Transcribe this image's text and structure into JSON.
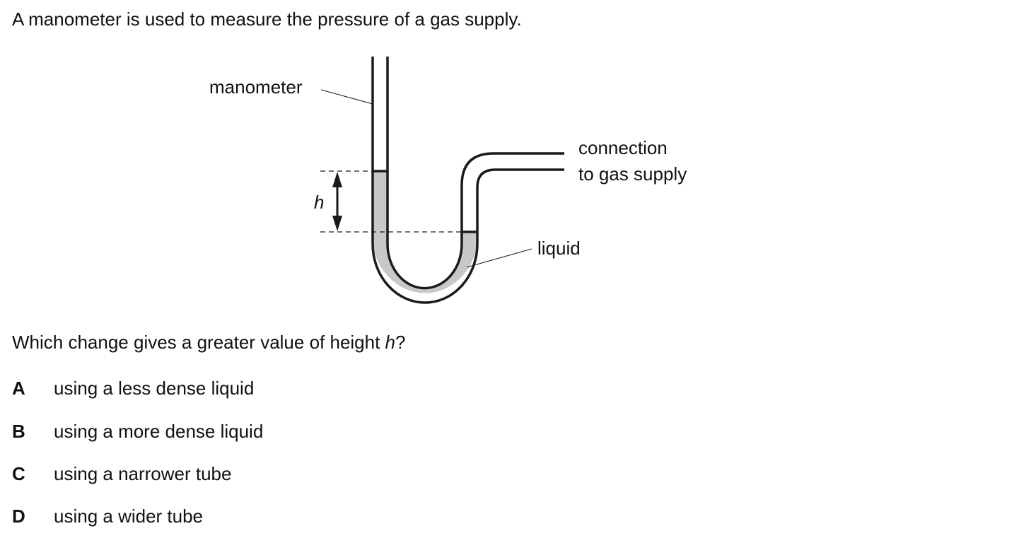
{
  "question": {
    "intro": "A manometer is used to measure the pressure of a gas supply.",
    "prompt_before": "Which change gives a greater value of height ",
    "prompt_var": "h",
    "prompt_after": "?"
  },
  "diagram": {
    "labels": {
      "manometer": "manometer",
      "connection_line1": "connection",
      "connection_line2": "to gas supply",
      "liquid": "liquid",
      "height": "h"
    },
    "colors": {
      "liquid_fill": "#c8c8c8",
      "tube_stroke": "#1a1a1a"
    }
  },
  "options": [
    {
      "letter": "A",
      "text": "using a less dense liquid"
    },
    {
      "letter": "B",
      "text": "using a more dense liquid"
    },
    {
      "letter": "C",
      "text": "using a narrower tube"
    },
    {
      "letter": "D",
      "text": "using a wider tube"
    }
  ]
}
